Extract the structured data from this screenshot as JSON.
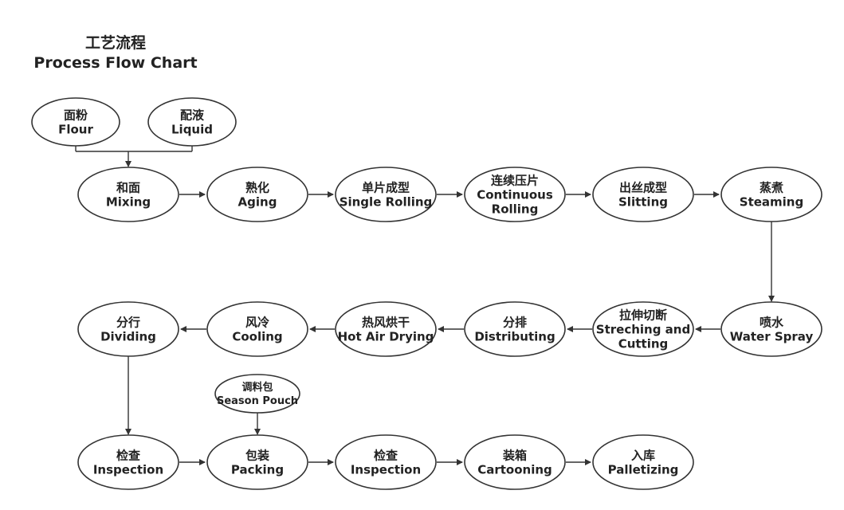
{
  "title": {
    "zh": "工艺流程",
    "en": "Process Flow Chart"
  },
  "nodes": [
    {
      "id": "flour",
      "lines": [
        "面粉",
        "Flour"
      ]
    },
    {
      "id": "liquid",
      "lines": [
        "配液",
        "Liquid"
      ]
    },
    {
      "id": "mixing",
      "lines": [
        "和面",
        "Mixing"
      ]
    },
    {
      "id": "aging",
      "lines": [
        "熟化",
        "Aging"
      ]
    },
    {
      "id": "single-rolling",
      "lines": [
        "单片成型",
        "Single Rolling"
      ]
    },
    {
      "id": "continuous-rolling",
      "lines": [
        "连续压片",
        "Continuous",
        "Rolling"
      ]
    },
    {
      "id": "slitting",
      "lines": [
        "出丝成型",
        "Slitting"
      ]
    },
    {
      "id": "steaming",
      "lines": [
        "蒸煮",
        "Steaming"
      ]
    },
    {
      "id": "water-spray",
      "lines": [
        "喷水",
        "Water Spray"
      ]
    },
    {
      "id": "streching-cutting",
      "lines": [
        "拉伸切断",
        "Streching and",
        "Cutting"
      ]
    },
    {
      "id": "distributing",
      "lines": [
        "分排",
        "Distributing"
      ]
    },
    {
      "id": "hot-air-drying",
      "lines": [
        "热风烘干",
        "Hot Air Drying"
      ]
    },
    {
      "id": "cooling",
      "lines": [
        "风冷",
        "Cooling"
      ]
    },
    {
      "id": "dividing",
      "lines": [
        "分行",
        "Dividing"
      ]
    },
    {
      "id": "inspection-1",
      "lines": [
        "检查",
        "Inspection"
      ]
    },
    {
      "id": "season-pouch",
      "lines": [
        "调料包",
        "Season Pouch"
      ]
    },
    {
      "id": "packing",
      "lines": [
        "包装",
        "Packing"
      ]
    },
    {
      "id": "inspection-2",
      "lines": [
        "检查",
        "Inspection"
      ]
    },
    {
      "id": "cartooning",
      "lines": [
        "装箱",
        "Cartooning"
      ]
    },
    {
      "id": "palletizing",
      "lines": [
        "入库",
        "Palletizing"
      ]
    }
  ],
  "edges": [
    [
      "flour",
      "mixing"
    ],
    [
      "liquid",
      "mixing"
    ],
    [
      "mixing",
      "aging"
    ],
    [
      "aging",
      "single-rolling"
    ],
    [
      "single-rolling",
      "continuous-rolling"
    ],
    [
      "continuous-rolling",
      "slitting"
    ],
    [
      "slitting",
      "steaming"
    ],
    [
      "steaming",
      "water-spray"
    ],
    [
      "water-spray",
      "streching-cutting"
    ],
    [
      "streching-cutting",
      "distributing"
    ],
    [
      "distributing",
      "hot-air-drying"
    ],
    [
      "hot-air-drying",
      "cooling"
    ],
    [
      "cooling",
      "dividing"
    ],
    [
      "dividing",
      "inspection-1"
    ],
    [
      "inspection-1",
      "packing"
    ],
    [
      "season-pouch",
      "packing"
    ],
    [
      "packing",
      "inspection-2"
    ],
    [
      "inspection-2",
      "cartooning"
    ],
    [
      "cartooning",
      "palletizing"
    ]
  ]
}
